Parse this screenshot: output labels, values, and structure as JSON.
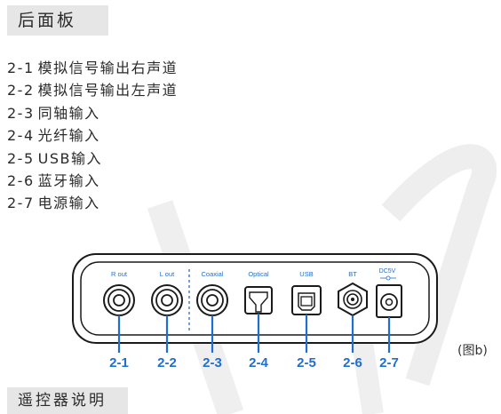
{
  "section_title": "后面板",
  "next_section_title": "遥控器说明",
  "ports": [
    {
      "num": "2-1",
      "desc": "模拟信号输出右声道"
    },
    {
      "num": "2-2",
      "desc": "模拟信号输出左声道"
    },
    {
      "num": "2-3",
      "desc": "同轴输入"
    },
    {
      "num": "2-4",
      "desc": "光纤输入"
    },
    {
      "num": "2-5",
      "desc": "USB输入"
    },
    {
      "num": "2-6",
      "desc": "蓝牙输入"
    },
    {
      "num": "2-7",
      "desc": "电源输入"
    }
  ],
  "panel_labels": {
    "r_out": "R out",
    "l_out": "L out",
    "coaxial": "Coaxial",
    "optical": "Optical",
    "usb": "USB",
    "bt": "BT",
    "dc": "DC5V"
  },
  "figure_caption": "(图b)",
  "colors": {
    "callout": "#1e6fd0",
    "port_label": "#1e6fd0",
    "heading_bg": "#e6e6e6",
    "watermark": "#ececec"
  }
}
